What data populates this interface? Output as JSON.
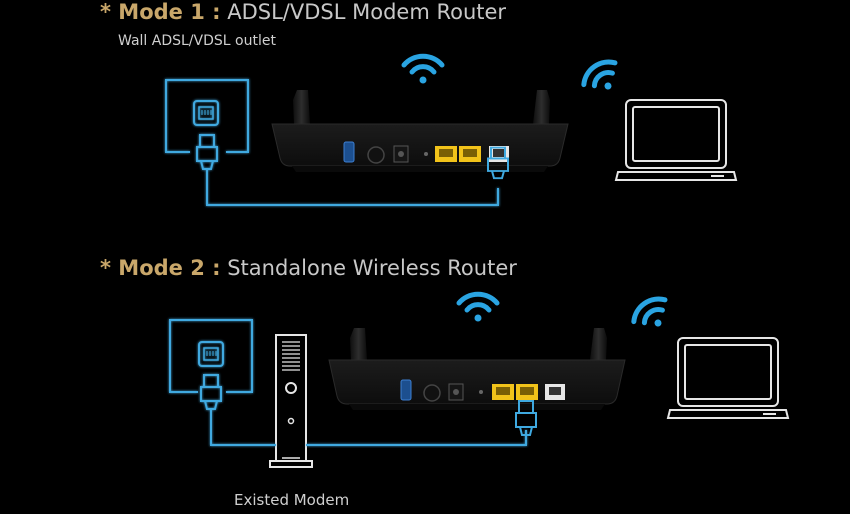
{
  "mode1": {
    "prefix": "* Mode 1 :",
    "title": "ADSL/VDSL Modem Router",
    "subtitle": "Wall ADSL/VDSL outlet"
  },
  "mode2": {
    "prefix": "* Mode 2 :",
    "title": "Standalone Wireless Router",
    "modem_label": "Existed Modem"
  },
  "icons": [
    "wall-jack-icon",
    "router-icon",
    "wifi-icon",
    "laptop-icon",
    "modem-icon"
  ],
  "colors": {
    "accent": "#c9a76a",
    "cable": "#3fa9e0",
    "wifi": "#2aa4e2",
    "lan_port": "#f2c31a",
    "white_line": "#e6e6e6"
  }
}
